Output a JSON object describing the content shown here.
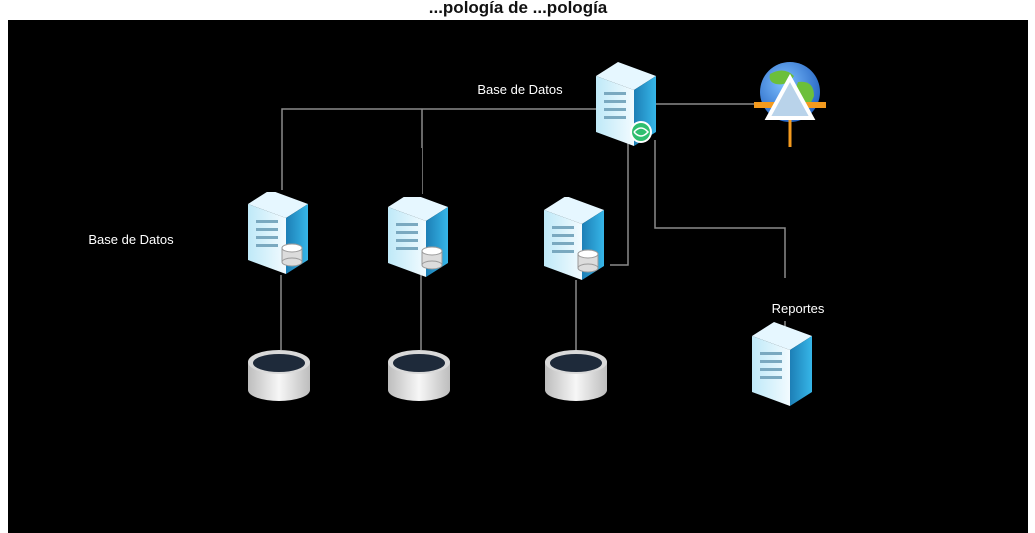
{
  "diagram": {
    "title": "...pología de ...pología",
    "labels": {
      "top_server": "Base de Datos",
      "left_server": "Base de Datos",
      "reports_server": "Reportes"
    }
  },
  "colors": {
    "background": "#000000",
    "connector": "#8a8a8a",
    "server_blue": "#2fa3d6",
    "server_light": "#bfe9f8",
    "disk_top": "#1e2a3a",
    "disk_body": "#e6e6e6",
    "globe_blue": "#3c7fd8",
    "globe_green": "#6cbf3a",
    "router_orange": "#f39a1e"
  },
  "icons": {
    "server": "server-icon",
    "db_server": "database-server-icon",
    "disk": "database-disk-icon",
    "internet": "globe-icon"
  }
}
